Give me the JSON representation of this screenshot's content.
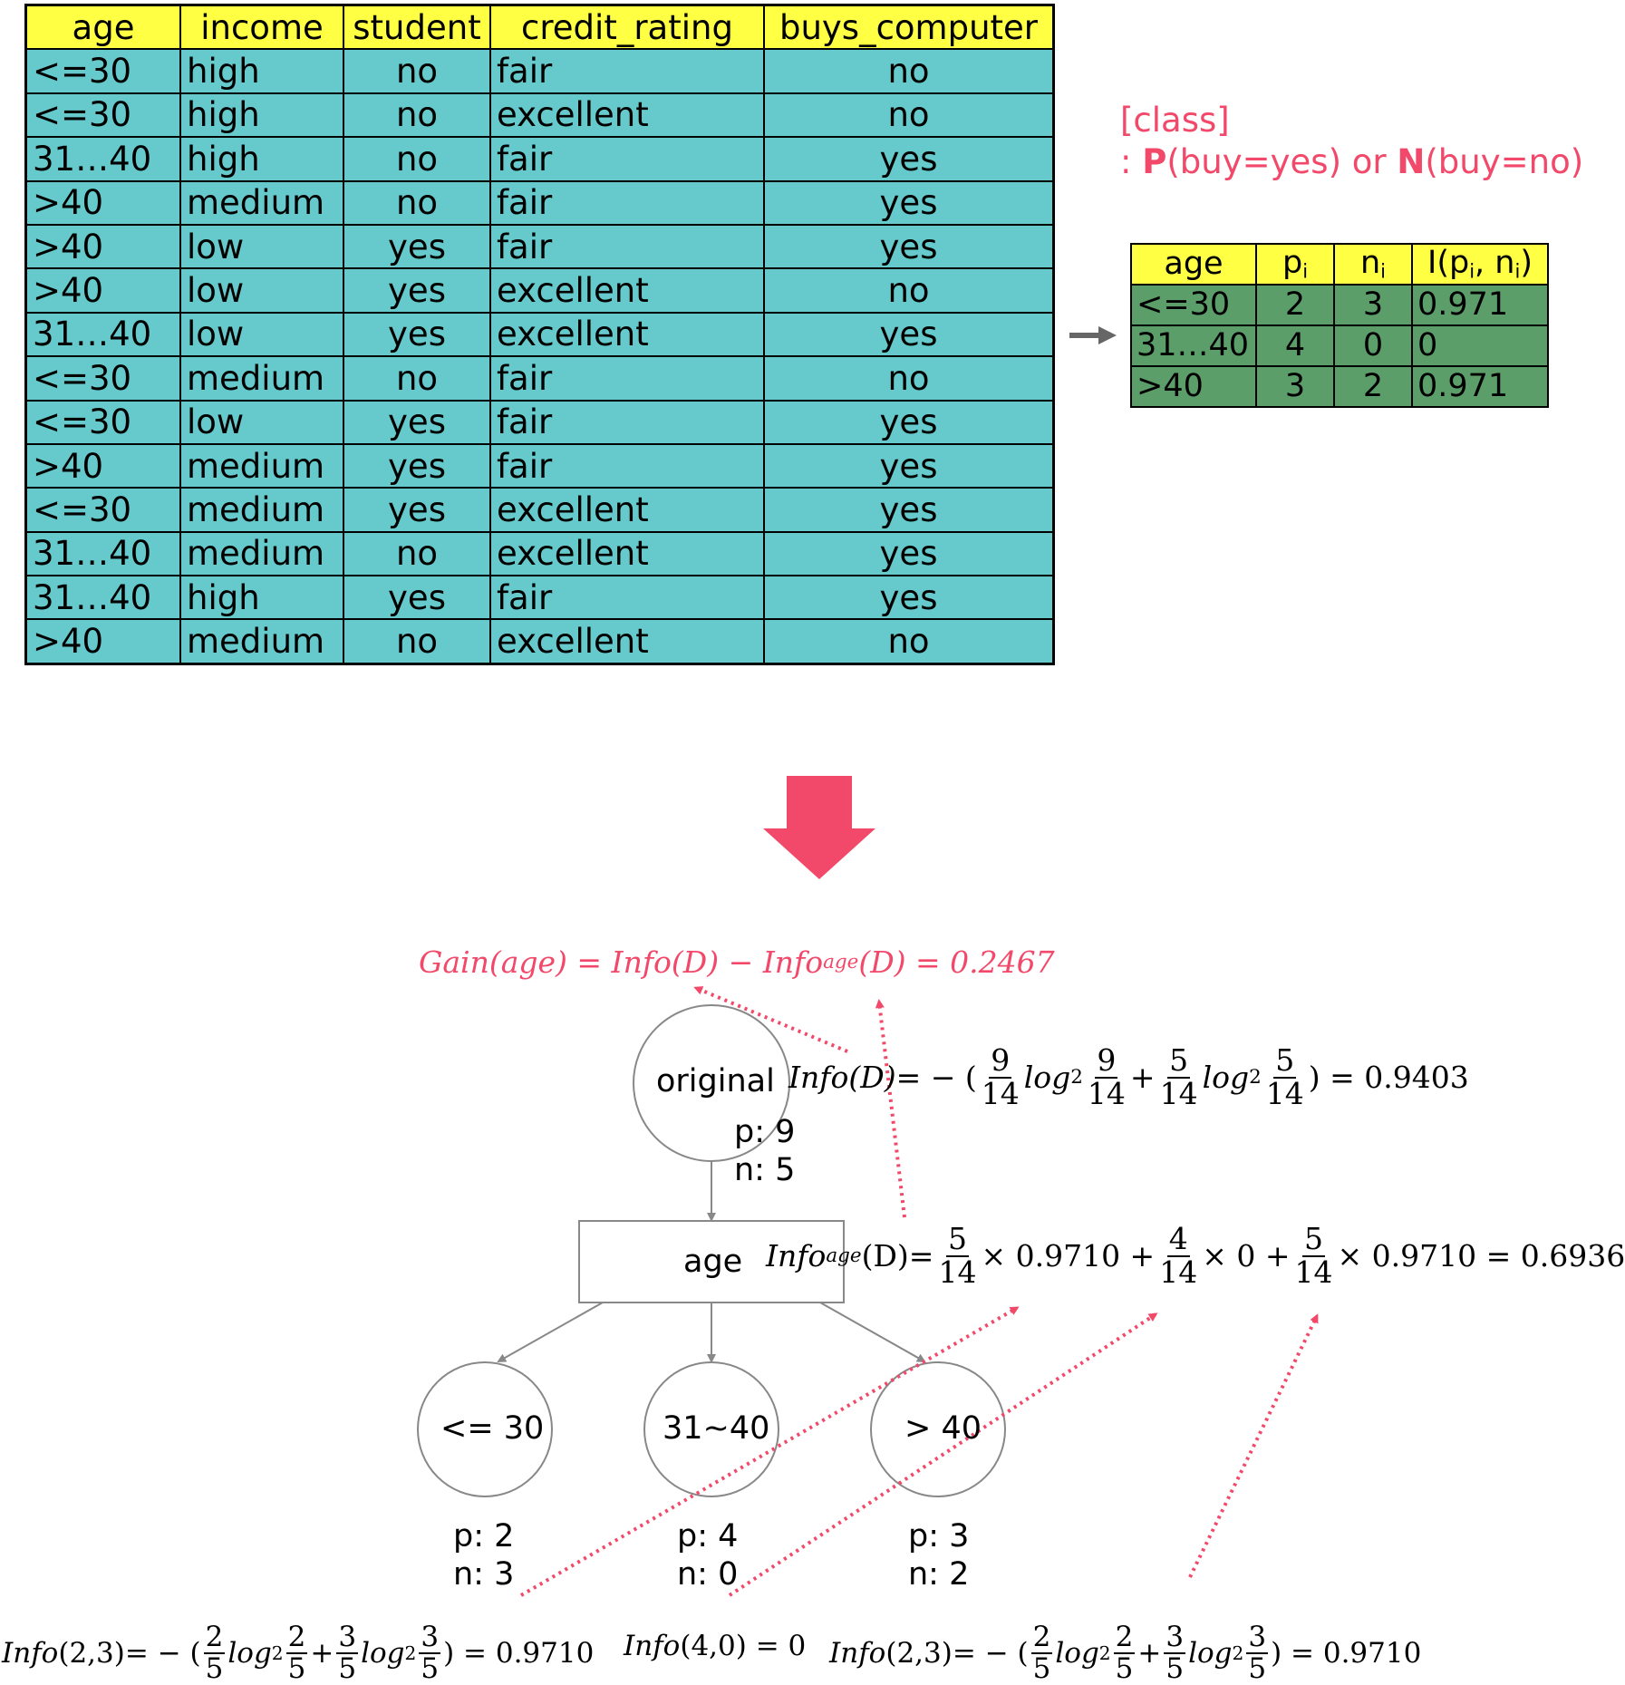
{
  "main_table": {
    "headers": [
      "age",
      "income",
      "student",
      "credit_rating",
      "buys_computer"
    ],
    "rows": [
      [
        "<=30",
        "high",
        "no",
        "fair",
        "no"
      ],
      [
        "<=30",
        "high",
        "no",
        "excellent",
        "no"
      ],
      [
        "31…40",
        "high",
        "no",
        "fair",
        "yes"
      ],
      [
        ">40",
        "medium",
        "no",
        "fair",
        "yes"
      ],
      [
        ">40",
        "low",
        "yes",
        "fair",
        "yes"
      ],
      [
        ">40",
        "low",
        "yes",
        "excellent",
        "no"
      ],
      [
        "31…40",
        "low",
        "yes",
        "excellent",
        "yes"
      ],
      [
        "<=30",
        "medium",
        "no",
        "fair",
        "no"
      ],
      [
        "<=30",
        "low",
        "yes",
        "fair",
        "yes"
      ],
      [
        ">40",
        "medium",
        "yes",
        "fair",
        "yes"
      ],
      [
        "<=30",
        "medium",
        "yes",
        "excellent",
        "yes"
      ],
      [
        "31…40",
        "medium",
        "no",
        "excellent",
        "yes"
      ],
      [
        "31…40",
        "high",
        "yes",
        "fair",
        "yes"
      ],
      [
        ">40",
        "medium",
        "no",
        "excellent",
        "no"
      ]
    ]
  },
  "class_note": {
    "line1": "[class]",
    "prefix": ": ",
    "p_letter": "P",
    "p_text": "(buy=yes) or ",
    "n_letter": "N",
    "n_text": "(buy=no)"
  },
  "age_table": {
    "headers": {
      "age": "age",
      "p": "p",
      "p_sub": "i",
      "n": "n",
      "n_sub": "i",
      "info_prefix": "I(p",
      "info_sub1": "i",
      "info_mid": ", n",
      "info_sub2": "i",
      "info_suffix": ")"
    },
    "rows": [
      [
        "<=30",
        "2",
        "3",
        "0.971"
      ],
      [
        "31…40",
        "4",
        "0",
        "0"
      ],
      [
        ">40",
        "3",
        "2",
        "0.971"
      ]
    ]
  },
  "tree": {
    "root": {
      "label": "original",
      "p": "p: 9",
      "n": "n: 5"
    },
    "split": {
      "label": "age"
    },
    "leaves": [
      {
        "label": "<= 30",
        "p": "p: 2",
        "n": "n: 3"
      },
      {
        "label": "31~40",
        "p": "p: 4",
        "n": "n: 0"
      },
      {
        "label": "> 40",
        "p": "p: 3",
        "n": "n: 2"
      }
    ]
  },
  "formulas": {
    "gain": {
      "lhs": "Gain(age) = Info(D) − Info",
      "sub": "age",
      "rhs": "(D) = 0.2467"
    },
    "info_d": {
      "lhs": "Info(D)",
      "eq1": " = − (",
      "f1n": "9",
      "f1d": "14",
      "log": "log",
      "log_sub": "2",
      "f2n": "9",
      "f2d": "14",
      "plus": " + ",
      "f3n": "5",
      "f3d": "14",
      "f4n": "5",
      "f4d": "14",
      "tail": ") = 0.9403"
    },
    "info_age": {
      "lhs": "Info",
      "sub": "age",
      "lhs2": "(D)",
      "eq": " = ",
      "f1n": "5",
      "f1d": "14",
      "t1": " × 0.9710 + ",
      "f2n": "4",
      "f2d": "14",
      "t2": " × 0 + ",
      "f3n": "5",
      "f3d": "14",
      "t3": " × 0.9710 = 0.6936"
    },
    "info_23_left": {
      "lhs": "Info",
      "args": "(2,3)",
      "eq": " = − (",
      "f1n": "2",
      "f1d": "5",
      "log": "log",
      "log_sub": "2",
      "f2n": "2",
      "f2d": "5",
      "plus": " + ",
      "f3n": "3",
      "f3d": "5",
      "f4n": "3",
      "f4d": "5",
      "tail": ") = 0.9710"
    },
    "info_40": {
      "lhs": "Info",
      "args": "(4,0) = 0"
    },
    "info_23_right": {
      "lhs": "Info",
      "args": "(2,3)",
      "eq": " = − (",
      "f1n": "2",
      "f1d": "5",
      "log": "log",
      "log_sub": "2",
      "f2n": "2",
      "f2d": "5",
      "plus": " + ",
      "f3n": "3",
      "f3d": "5",
      "f4n": "3",
      "f4d": "5",
      "tail": ") = 0.9710"
    }
  },
  "colors": {
    "table_header": "#ffff44",
    "table_body": "#66c9cc",
    "small_table_body": "#5b9e6a",
    "accent": "#f2496a",
    "arrow_gray": "#666666"
  }
}
